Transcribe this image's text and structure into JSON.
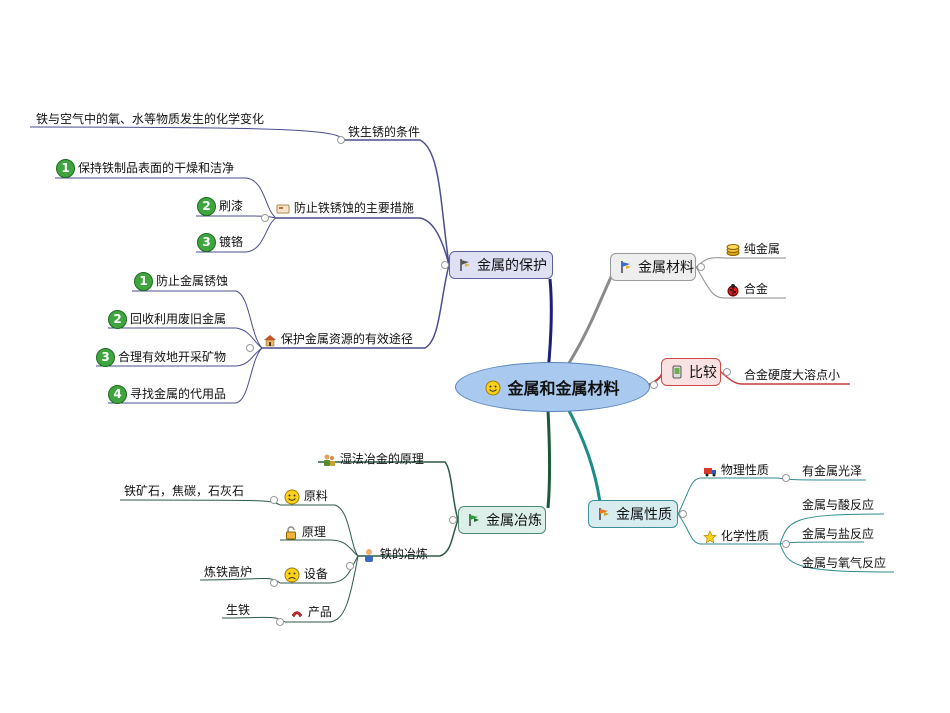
{
  "center": {
    "label": "金属和金属材料",
    "icon": "smiley-icon"
  },
  "protection": {
    "label": "金属的保护",
    "rust_conditions": {
      "label": "铁生锈的条件",
      "detail": "铁与空气中的氧、水等物质发生的化学变化"
    },
    "prevent_measures": {
      "label": "防止铁锈蚀的主要措施",
      "items": [
        {
          "num": "1",
          "text": "保持铁制品表面的干燥和洁净"
        },
        {
          "num": "2",
          "text": "刷漆"
        },
        {
          "num": "3",
          "text": "镀铬"
        }
      ]
    },
    "resource_protection": {
      "label": "保护金属资源的有效途径",
      "items": [
        {
          "num": "1",
          "text": "防止金属锈蚀"
        },
        {
          "num": "2",
          "text": "回收利用废旧金属"
        },
        {
          "num": "3",
          "text": "合理有效地开采矿物"
        },
        {
          "num": "4",
          "text": "寻找金属的代用品"
        }
      ]
    }
  },
  "materials": {
    "label": "金属材料",
    "items": [
      "纯金属",
      "合金"
    ]
  },
  "compare": {
    "label": "比较",
    "detail": "合金硬度大溶点小"
  },
  "smelting": {
    "label": "金属冶炼",
    "wet": "湿法冶金的原理",
    "iron": {
      "label": "铁的冶炼",
      "raw": {
        "label": "原料",
        "detail": "铁矿石，焦碳，石灰石"
      },
      "principle": {
        "label": "原理"
      },
      "equipment": {
        "label": "设备",
        "detail": "炼铁高炉"
      },
      "product": {
        "label": "产品",
        "detail": "生铁"
      }
    }
  },
  "properties": {
    "label": "金属性质",
    "physical": {
      "label": "物理性质",
      "items": [
        "有金属光泽"
      ]
    },
    "chemical": {
      "label": "化学性质",
      "items": [
        "金属与酸反应",
        "金属与盐反应",
        "金属与氧气反应"
      ]
    }
  },
  "colors": {
    "protect_branch": "#1b1f7a",
    "material_branch": "#8a8a8a",
    "compare_branch": "#c83a3a",
    "smelt_branch": "#1a5a3a",
    "prop_branch": "#1e8a8a"
  }
}
